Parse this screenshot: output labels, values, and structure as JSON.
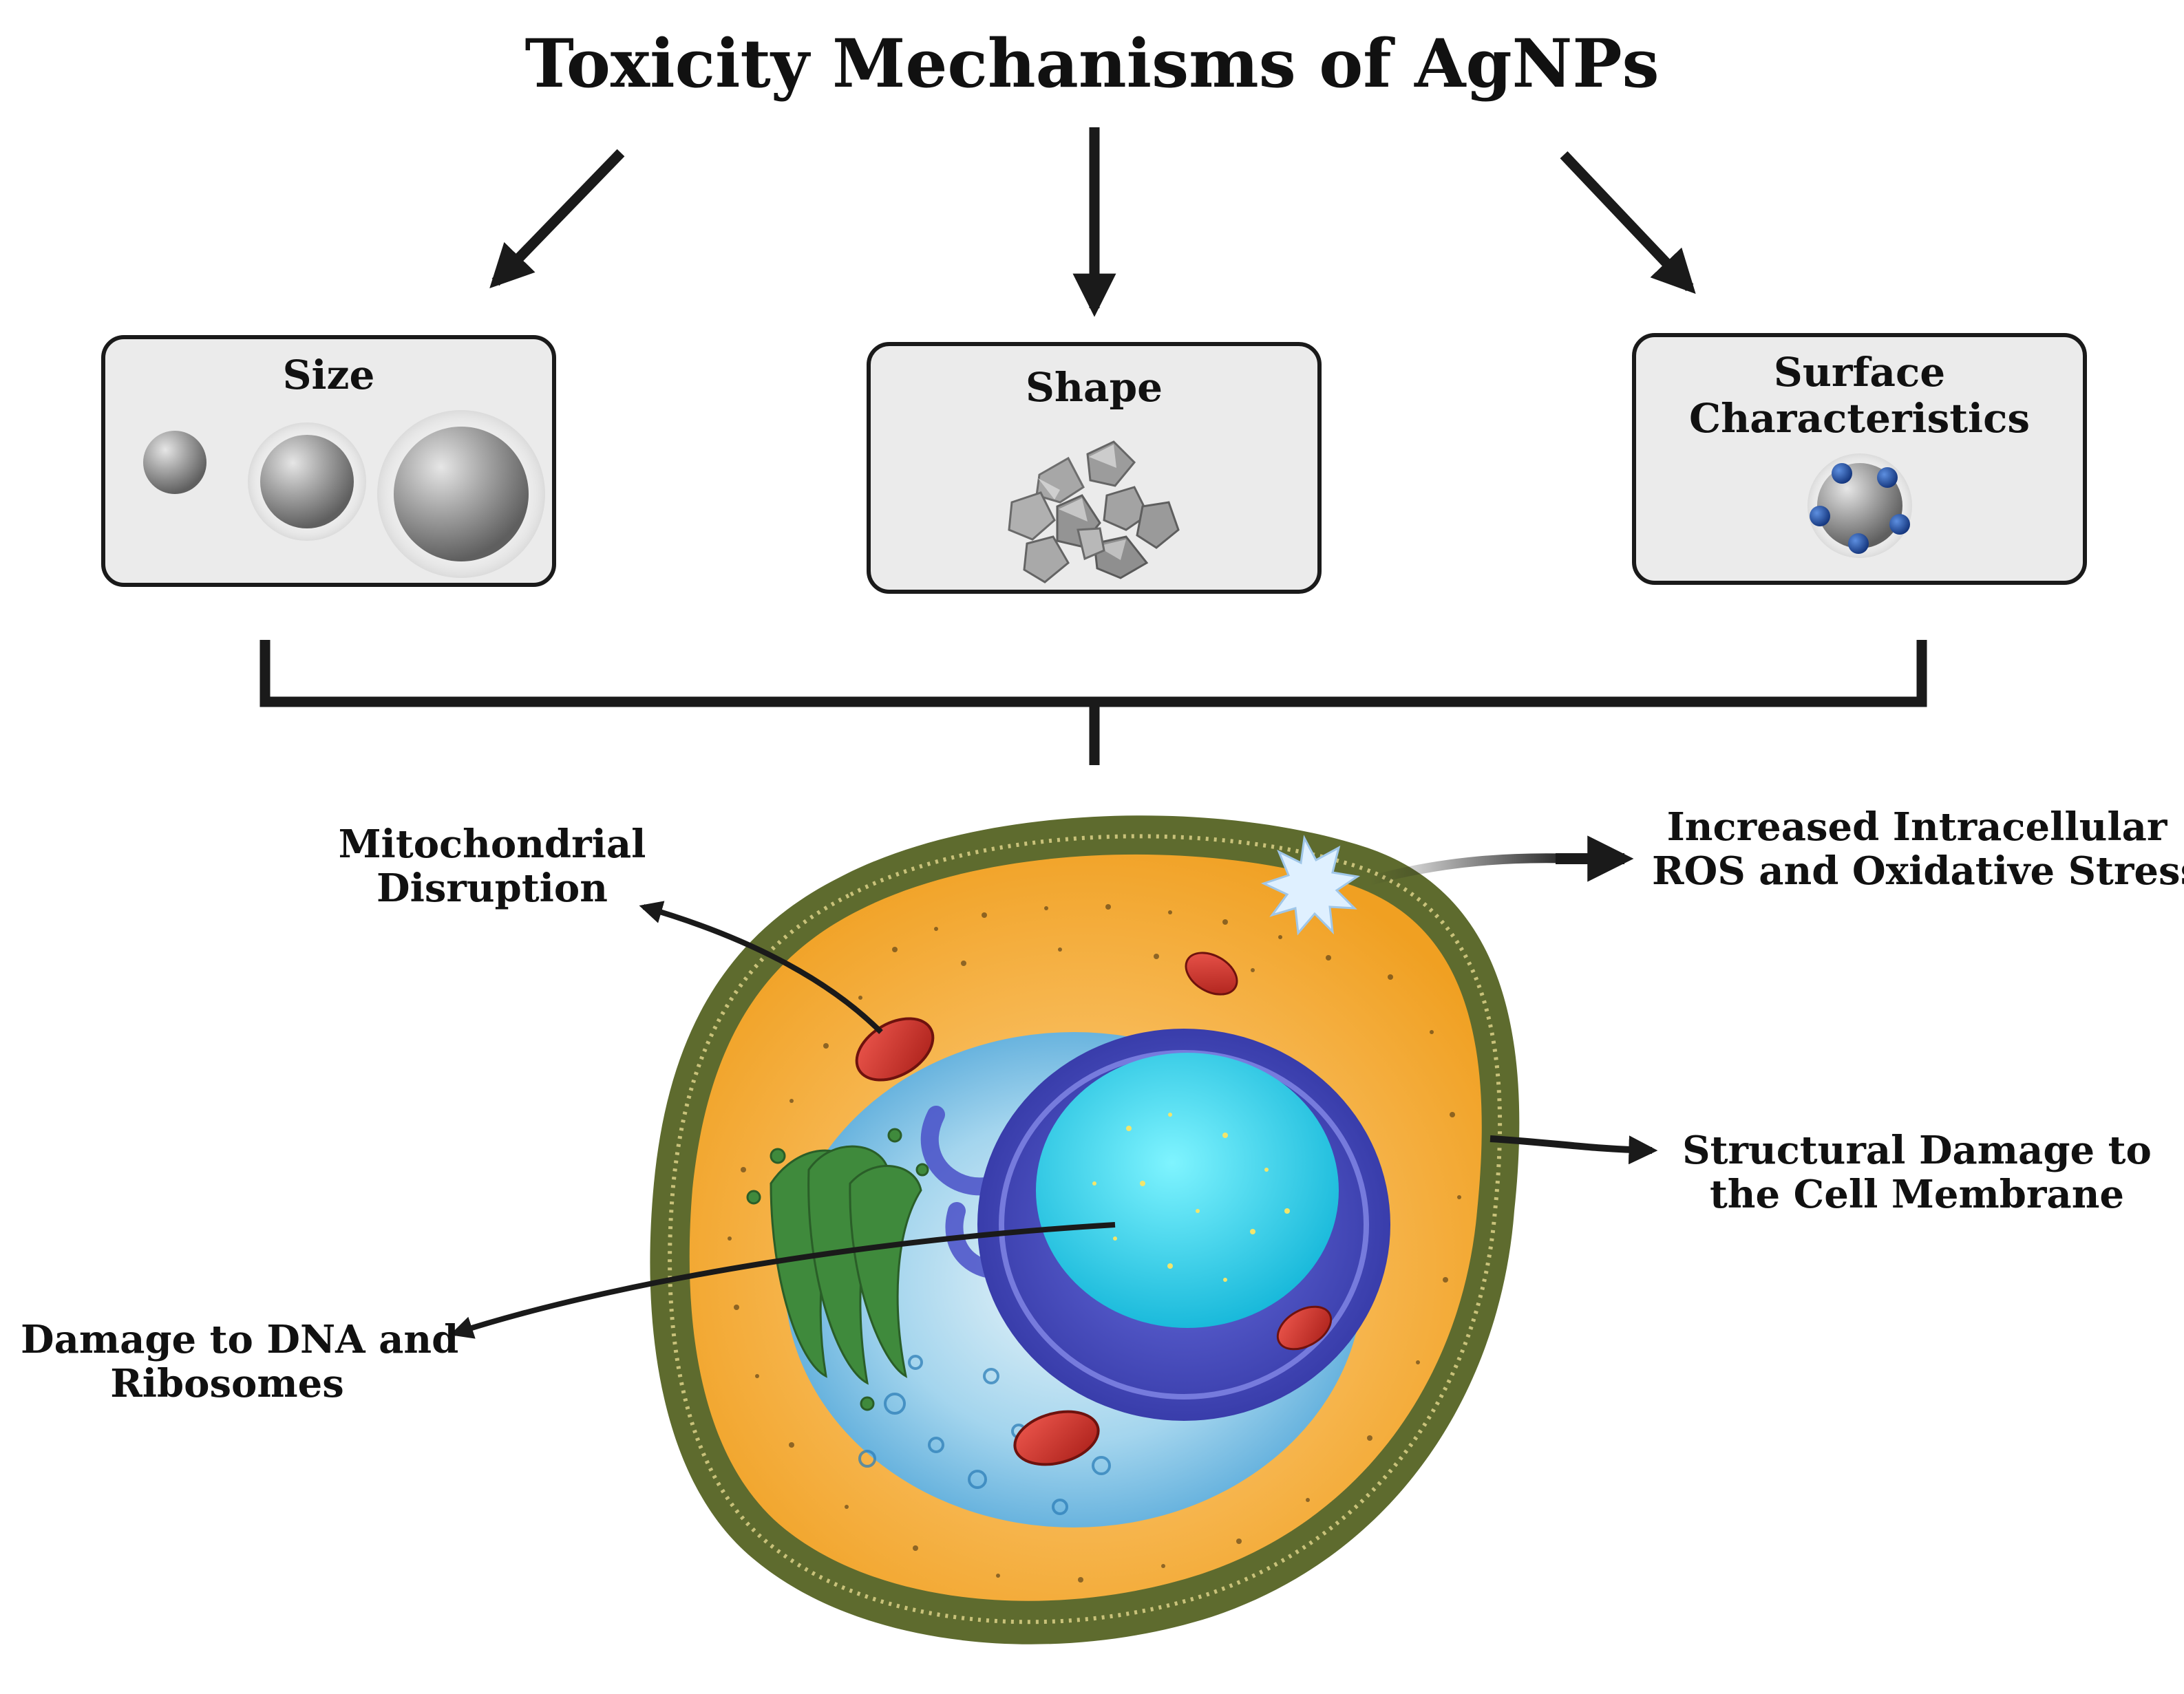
{
  "title": "Toxicity Mechanisms of AgNPs",
  "factors": [
    {
      "id": "size",
      "label": "Size"
    },
    {
      "id": "shape",
      "label": "Shape"
    },
    {
      "id": "surface",
      "label_lines": [
        "Surface",
        "Characteristics"
      ]
    }
  ],
  "outcomes": {
    "mitochondrial": [
      "Mitochondrial",
      "Disruption"
    ],
    "ros": [
      "Increased Intracellular",
      "ROS and Oxidative Stress"
    ],
    "membrane": [
      "Structural Damage to",
      "the Cell Membrane"
    ],
    "dna": [
      "Damage to DNA and",
      "Ribosomes"
    ]
  },
  "colors": {
    "ink": "#1a1a1a",
    "box_fill": "#ebebeb",
    "cytoplasm": "#f4a62a",
    "membrane": "#5e6b2e",
    "inner": "#7cc4ee",
    "nucleus_envelope": "#4a50c8",
    "nucleus": "#22cde6",
    "mitochondria": "#d8312a",
    "golgi": "#3f8a3c",
    "particle": "#9a9a9a",
    "ligand": "#1e4fa8"
  }
}
